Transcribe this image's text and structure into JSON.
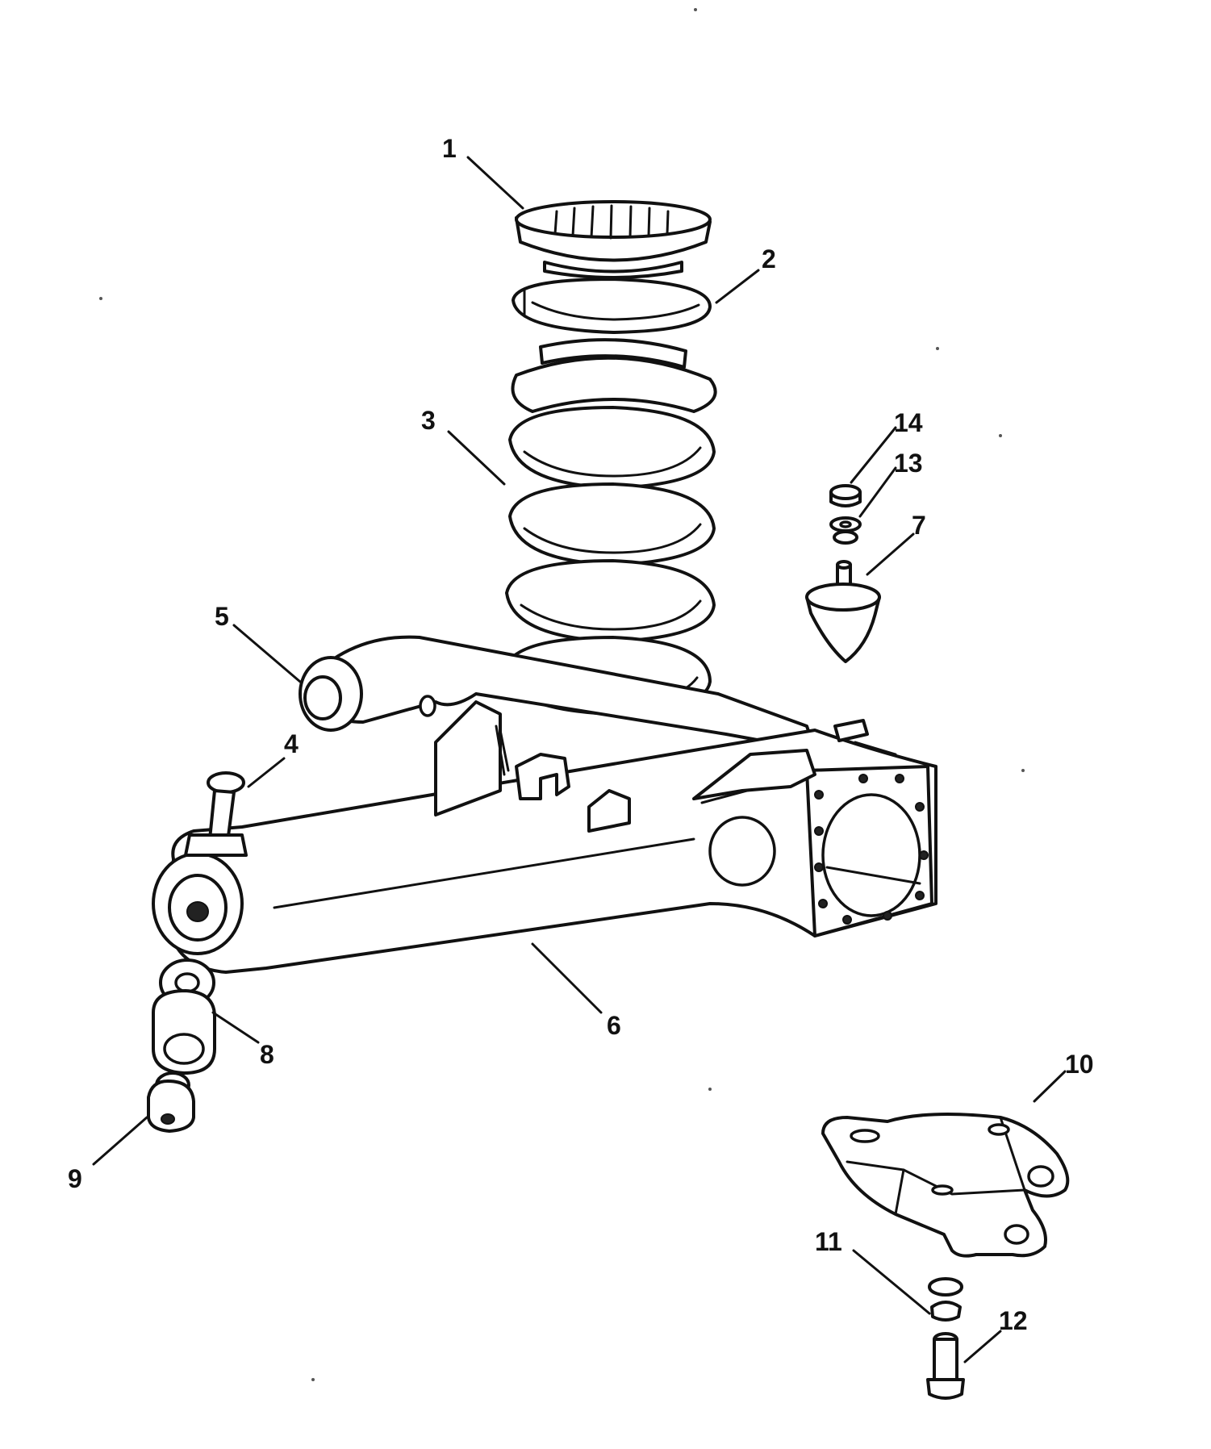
{
  "title": "Rear suspension trailing arm, coil spring and mountings - exploded view",
  "colors": {
    "ink": "#111111",
    "paper": "#ffffff"
  },
  "callouts": {
    "c1": "1",
    "c2": "2",
    "c3": "3",
    "c4": "4",
    "c5": "5",
    "c6": "6",
    "c7": "7",
    "c8": "8",
    "c9": "9",
    "c10": "10",
    "c11": "11",
    "c12": "12",
    "c13": "13",
    "c14": "14"
  }
}
